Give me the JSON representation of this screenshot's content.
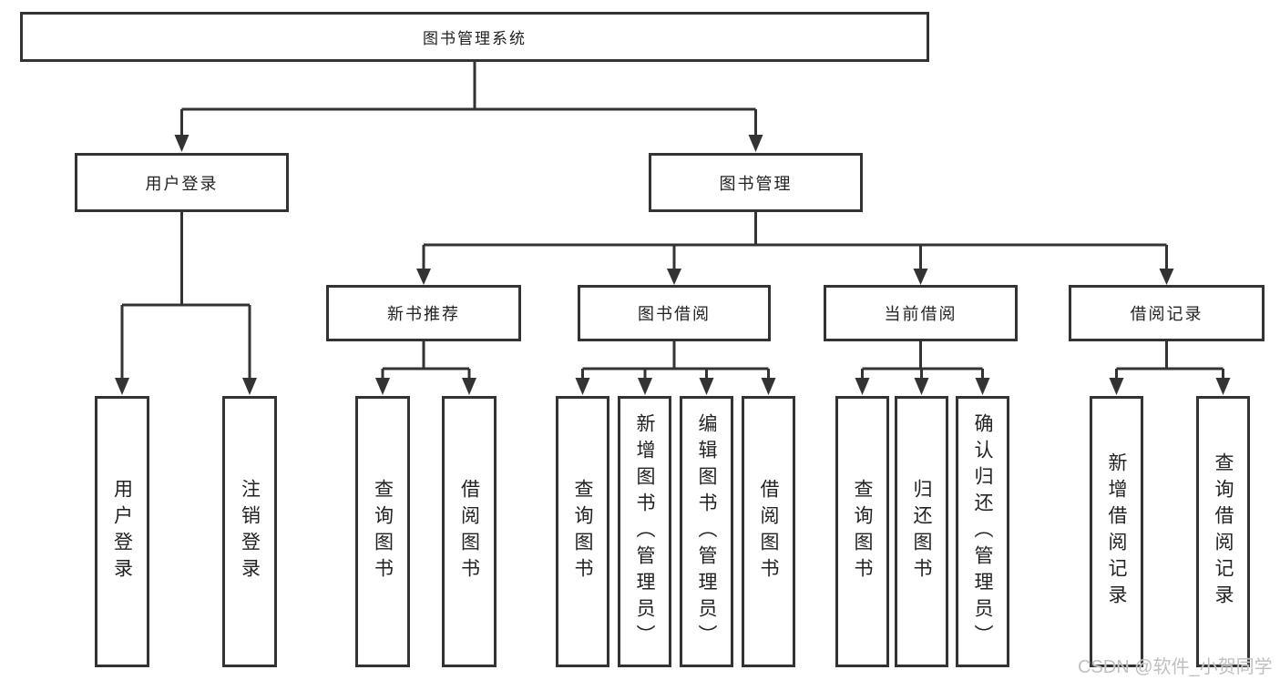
{
  "colors": {
    "line": "#333333",
    "box_border": "#333333",
    "box_background": "#ffffff",
    "text": "#222222",
    "watermark": "#c0c0c0"
  },
  "watermark": "CSDN @软件_小贺同学",
  "tree": {
    "root": "图书管理系统",
    "user_login": {
      "label": "用户登录",
      "children": [
        "用户登录",
        "注销登录"
      ]
    },
    "book_mgmt": {
      "label": "图书管理",
      "sections": [
        {
          "label": "新书推荐",
          "children": [
            "查询图书",
            "借阅图书"
          ]
        },
        {
          "label": "图书借阅",
          "children": [
            "查询图书",
            "新增图书（管理员）",
            "编辑图书（管理员）",
            "借阅图书"
          ]
        },
        {
          "label": "当前借阅",
          "children": [
            "查询图书",
            "归还图书",
            "确认归还（管理员）"
          ]
        },
        {
          "label": "借阅记录",
          "children": [
            "新增借阅记录",
            "查询借阅记录"
          ]
        }
      ]
    }
  }
}
